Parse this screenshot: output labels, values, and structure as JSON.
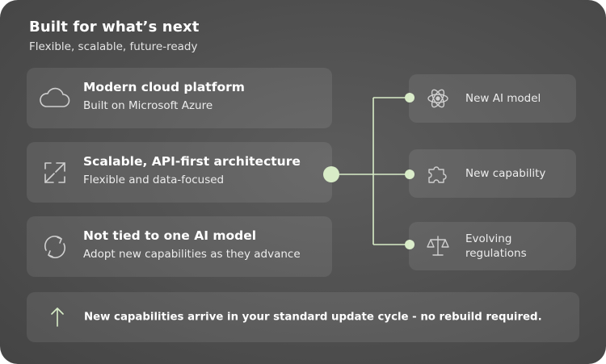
{
  "header": {
    "title": "Built for what’s next",
    "subtitle": "Flexible, scalable, future-ready"
  },
  "features": [
    {
      "icon": "cloud-icon",
      "title": "Modern cloud platform",
      "description": "Built on Microsoft Azure"
    },
    {
      "icon": "scale-arrows-icon",
      "title": "Scalable, API-first architecture",
      "description": "Flexible and data-focused"
    },
    {
      "icon": "refresh-cycle-icon",
      "title": "Not tied to one AI model",
      "description": "Adopt new capabilities as they advance"
    }
  ],
  "outcomes": [
    {
      "icon": "atom-icon",
      "label": "New AI model"
    },
    {
      "icon": "puzzle-icon",
      "label": "New capability"
    },
    {
      "icon": "balance-scale-icon",
      "label": "Evolving regulations"
    }
  ],
  "footer": {
    "icon": "arrow-up-icon",
    "text": "New capabilities arrive in your standard update cycle - no rebuild required."
  },
  "colors": {
    "accent": "#d8ecc7",
    "panel": "#535353",
    "icon_stroke": "#cfcfcf"
  }
}
